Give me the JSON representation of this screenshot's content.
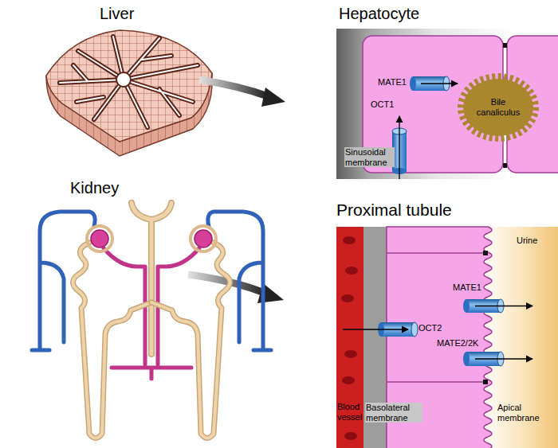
{
  "diagram": {
    "nodes": [
      {
        "text": [
          "Hepatocyte"
        ]
      },
      {
        "text": [
          "Bile canaliculus"
        ],
        "in": 0
      },
      {
        "text": [
          "Proximal tubule"
        ]
      },
      {
        "text": [
          "Blood vessel"
        ],
        "in": 2
      }
    ],
    "labels": [
      "Liver",
      "MATE1",
      "OCT1",
      "Sinusoidal membrane",
      "Kidney",
      "Urine",
      "MATE1",
      "OCT2",
      "MATE2/2K",
      "Basolateral membrane",
      "Apical membrane"
    ]
  }
}
